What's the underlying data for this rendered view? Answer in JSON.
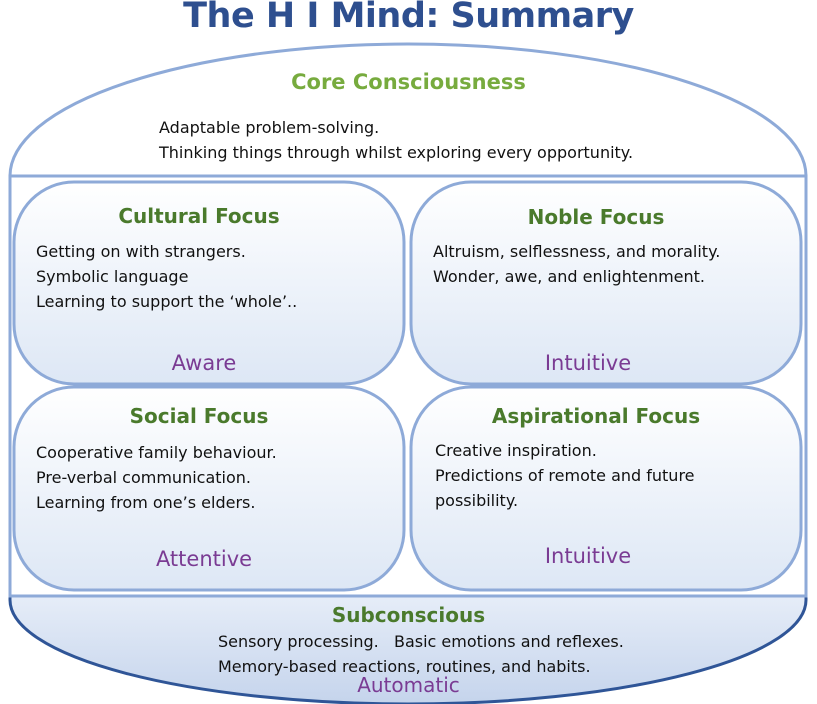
{
  "title": "The H I Mind: Summary",
  "core": {
    "heading": "Core Consciousness",
    "lines": [
      "Adaptable problem-solving.",
      "Thinking things through whilst exploring every opportunity."
    ]
  },
  "cultural": {
    "heading": "Cultural Focus",
    "lines": [
      "Getting on with strangers.",
      "Symbolic language",
      "Learning to support the ‘whole’.."
    ],
    "mode": "Aware"
  },
  "noble": {
    "heading": "Noble Focus",
    "lines": [
      "Altruism, selflessness, and morality.",
      "Wonder, awe, and enlightenment."
    ],
    "mode": "Intuitive"
  },
  "social": {
    "heading": "Social Focus",
    "lines": [
      "Cooperative family behaviour.",
      "Pre-verbal communication.",
      "Learning from one’s elders."
    ],
    "mode": "Attentive"
  },
  "aspirational": {
    "heading": "Aspirational Focus",
    "lines": [
      "Creative inspiration.",
      "Predictions of remote and future",
      "possibility."
    ],
    "mode": "Intuitive"
  },
  "subconscious": {
    "heading": "Subconscious",
    "lines": [
      "Sensory processing.   Basic emotions and reflexes.",
      "Memory-based reactions, routines, and habits."
    ],
    "mode": "Automatic"
  },
  "colors": {
    "outline": "#8eaad8",
    "title": "#2e4f8f",
    "core_heading": "#77ab3e",
    "focus_heading": "#4a7a2c",
    "mode": "#7a3b93",
    "bottom_bowl": "#2f5597"
  }
}
